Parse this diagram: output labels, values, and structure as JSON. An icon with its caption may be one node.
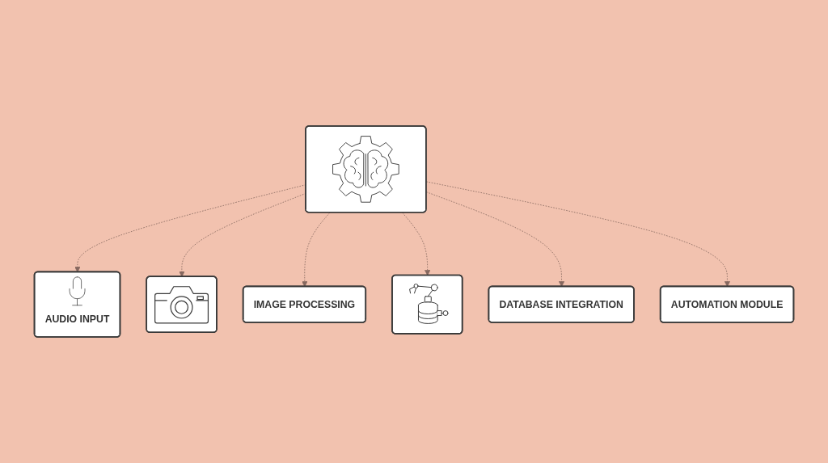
{
  "diagram": {
    "nodes": [
      {
        "text": [
          "AUDIO INPUT"
        ]
      },
      {
        "text": [],
        "shape": "picture"
      },
      {
        "text": [
          "IMAGE PROCESSING"
        ]
      },
      {
        "text": [],
        "shape": "picture"
      },
      {
        "text": [],
        "shape": "picture"
      },
      {
        "text": [
          "DATABASE INTEGRATION"
        ]
      },
      {
        "text": [
          "AUTOMATION MODULE"
        ]
      }
    ],
    "edges": [
      {
        "from": 3,
        "to": 0,
        "arrow": "to",
        "style": "dashed"
      },
      {
        "from": 3,
        "to": 1,
        "arrow": "to",
        "style": "dashed"
      },
      {
        "from": 3,
        "to": 2,
        "arrow": "to",
        "style": "dashed"
      },
      {
        "from": 3,
        "to": 4,
        "arrow": "to",
        "style": "dashed"
      },
      {
        "from": 3,
        "to": 5,
        "arrow": "to",
        "style": "dashed"
      },
      {
        "from": 3,
        "to": 6,
        "arrow": "to",
        "style": "dashed"
      }
    ]
  }
}
